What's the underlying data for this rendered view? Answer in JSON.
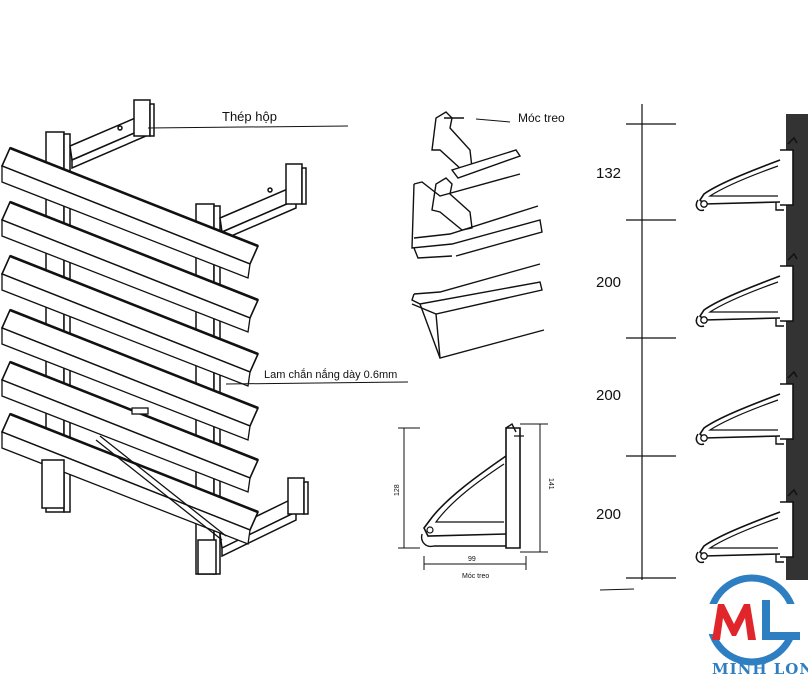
{
  "labels": {
    "steel_box": "Thép hộp",
    "hanger": "Móc treo",
    "louver": "Lam chắn nắng  dày 0.6mm",
    "profile_caption": "Móc treo"
  },
  "profile_dims": {
    "height_left": "128",
    "height_right": "141",
    "width": "99"
  },
  "spacing_dims": [
    "132",
    "200",
    "200",
    "200"
  ],
  "brand": {
    "name": "MINH LONG",
    "colors": {
      "blue": "#2e7fc2",
      "red": "#e0262b"
    }
  }
}
